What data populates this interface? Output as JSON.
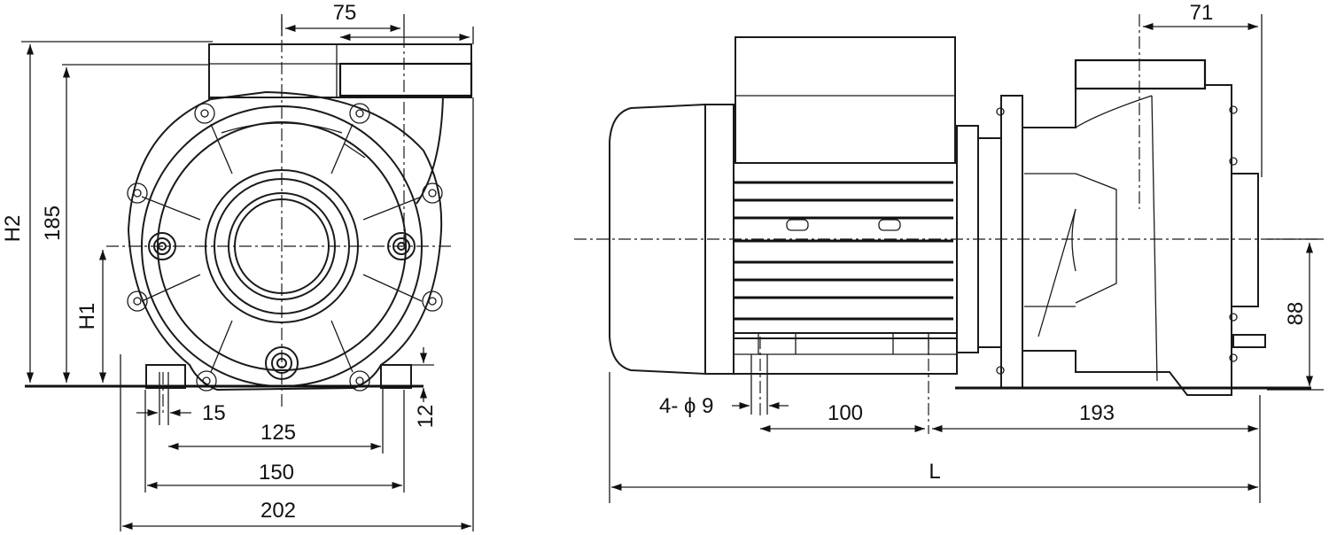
{
  "front_view": {
    "dims": {
      "top_75": "75",
      "h2": "H2",
      "h_185": "185",
      "h1": "H1",
      "w_15": "15",
      "w_125": "125",
      "w_150": "150",
      "w_202": "202",
      "h_12": "12"
    }
  },
  "side_view": {
    "dims": {
      "top_71": "71",
      "h_88": "88",
      "holes": "4- ϕ 9",
      "w_100": "100",
      "w_193": "193",
      "length": "L"
    }
  }
}
